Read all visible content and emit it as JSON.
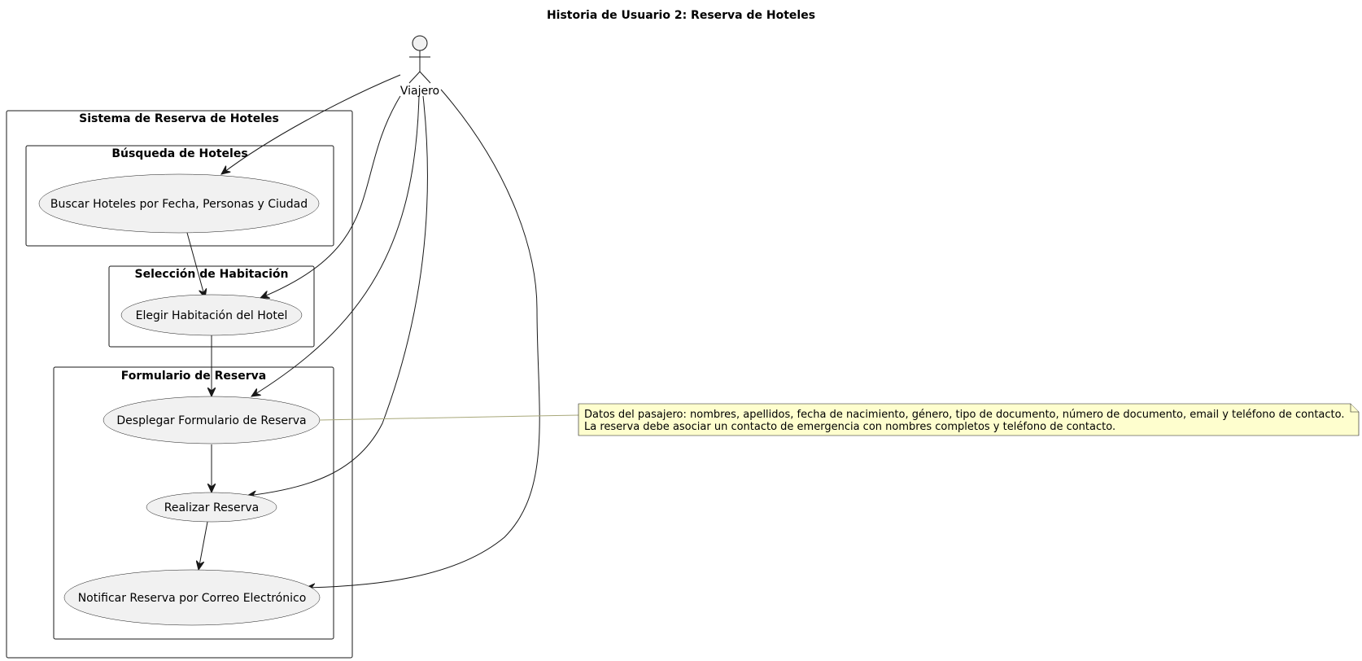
{
  "diagram": {
    "title": "Historia de Usuario 2: Reserva de Hoteles",
    "actor": {
      "name": "Viajero"
    },
    "system": {
      "title": "Sistema de Reserva de Hoteles"
    },
    "packages": {
      "busqueda": "Búsqueda de Hoteles",
      "seleccion": "Selección de Habitación",
      "formulario": "Formulario de Reserva"
    },
    "use_cases": {
      "buscar": "Buscar Hoteles por Fecha, Personas y Ciudad",
      "elegir": "Elegir Habitación del Hotel",
      "desplegar": "Desplegar Formulario de Reserva",
      "realizar": "Realizar Reserva",
      "notificar": "Notificar Reserva por Correo Electrónico"
    },
    "note": {
      "line1": "Datos del pasajero: nombres, apellidos, fecha de nacimiento, género, tipo de documento, número de documento, email y teléfono de contacto.",
      "line2": "La reserva debe asociar un contacto de emergencia con nombres completos y teléfono de contacto."
    },
    "colors": {
      "use_case_fill": "#f1f1f1",
      "note_fill": "#fefece",
      "stroke": "#181818"
    }
  }
}
